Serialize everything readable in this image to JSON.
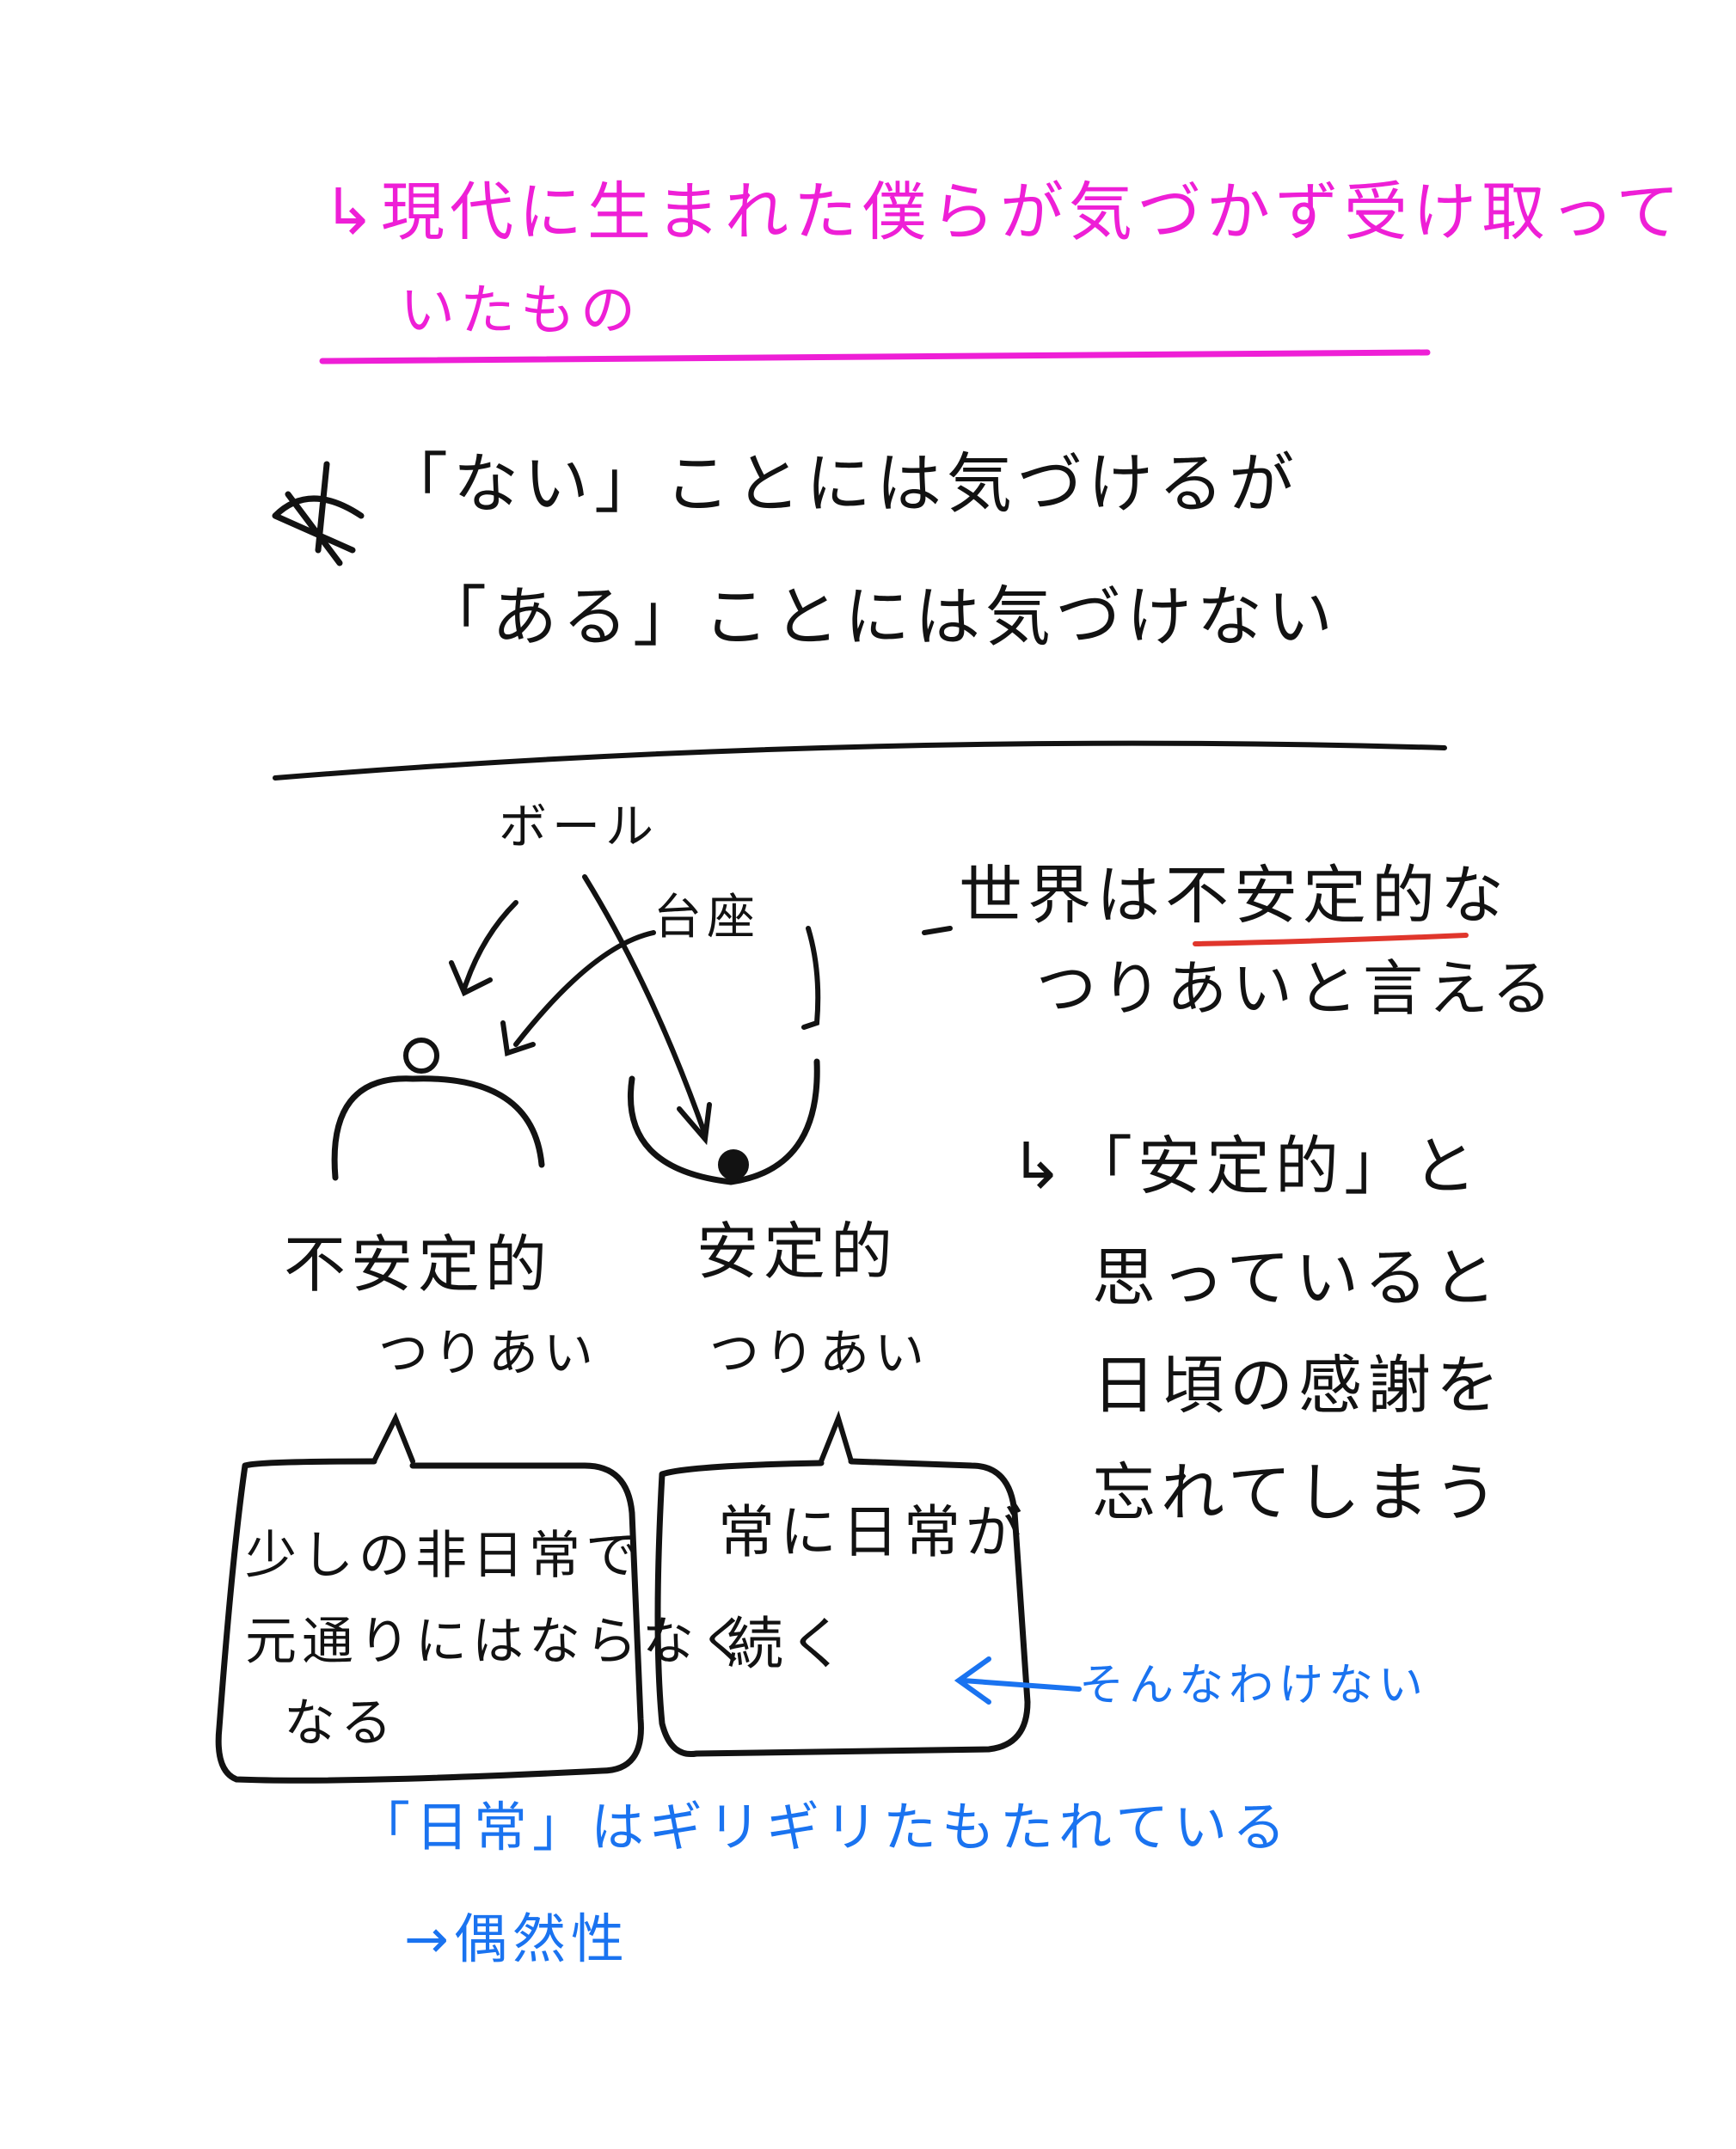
{
  "header": {
    "line1": "↳現代に生まれた僕らが気づかず受け取って",
    "line2": "いたもの"
  },
  "note": {
    "line1": "「ない」ことには気づけるが",
    "line2": "「ある」ことには気づけない"
  },
  "diagram": {
    "ball_label": "ボール",
    "stand_label": "台座",
    "unstable_label": "不安定的",
    "unstable_sub": "つりあい",
    "stable_label": "安定的",
    "stable_sub": "つりあい",
    "unstable_box": [
      "少しの非日常で",
      "元通りにはならなく",
      "なる"
    ],
    "stable_box": [
      "常に日常が",
      "続く"
    ]
  },
  "right_notes": {
    "line1": "世界は不安定的な",
    "line2": "つりあいと言える",
    "line3": "↳「安定的」と",
    "line4": "思っていると",
    "line5": "日頃の感謝を",
    "line6": "忘れてしまう"
  },
  "blue_notes": {
    "arrow_note": "そんなわけない",
    "line1": "「日常」はギリギリたもたれている",
    "line2": "→偶然性"
  },
  "colors": {
    "pink": "#ee1fd6",
    "black": "#121212",
    "blue": "#1a73f0",
    "red_underline": "#e0362c"
  }
}
